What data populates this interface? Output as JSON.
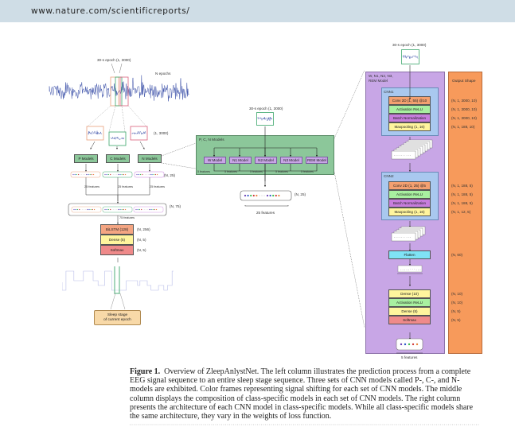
{
  "header": {
    "url": "www.nature.com/scientificreports/"
  },
  "figure": {
    "left": {
      "epoch_label": "30-s epoch (1, 3000)",
      "n_epochs_label": "N epochs",
      "shape_1_3000": "(1, 3000)",
      "models": [
        "P Models",
        "C Models",
        "N Models"
      ],
      "shape_n25": "(N, 25)",
      "features_25": "25 features",
      "shape_n75": "(N, 75)",
      "features_75": "75 features",
      "layers": [
        {
          "label": "BiLSTM (128)",
          "shape": "(N, 256)",
          "color": "#f4a582"
        },
        {
          "label": "Dense (5)",
          "shape": "(N, 5)",
          "color": "#fff59d"
        },
        {
          "label": "Softmax",
          "shape": "(N, 5)",
          "color": "#ef8a8a"
        }
      ],
      "result_label_line1": "Sleep stage",
      "result_label_line2": "of current epoch"
    },
    "middle": {
      "epoch_label": "30-s epoch (1, 3000)",
      "group_label": "P, C, N Models",
      "class_models": [
        "W Model",
        "N1 Model",
        "N2 Model",
        "N3 Model",
        "REM Model"
      ],
      "features_5": "5 features",
      "shape_n25": "(N, 25)",
      "features_25": "25 features"
    },
    "right": {
      "epoch_label": "30-s epoch (1, 3000)",
      "group_label_line1": "W, N1, N2, N3,",
      "group_label_line2": "REM Model",
      "output_shape_title": "Output Shape",
      "cnn1": {
        "title": "CNN1",
        "layers": [
          {
            "label": "Conv 2D (1, 55) @10",
            "shape": "(N, 1, 3000, 10)",
            "color": "#f4a070"
          },
          {
            "label": "Activation ReLU",
            "shape": "(N, 1, 3000, 10)",
            "color": "#a8f0a0"
          },
          {
            "label": "Batch Normalization",
            "shape": "(N, 1, 3000, 10)",
            "color": "#c77ddd"
          },
          {
            "label": "Maxpooling (1, 16)",
            "shape": "(N, 1, 188, 10)",
            "color": "#fff59d"
          }
        ]
      },
      "cnn2": {
        "title": "CNN2",
        "layers": [
          {
            "label": "Conv 2D (1, 25) @5",
            "shape": "(N, 1, 188, 5)",
            "color": "#f4a070"
          },
          {
            "label": "Activation ReLU",
            "shape": "(N, 1, 188, 5)",
            "color": "#a8f0a0"
          },
          {
            "label": "Batch Normalization",
            "shape": "(N, 1, 188, 5)",
            "color": "#c77ddd"
          },
          {
            "label": "Maxpooling (1, 16)",
            "shape": "(N, 1, 12, 5)",
            "color": "#fff59d"
          }
        ]
      },
      "flatten": {
        "label": "Flatten",
        "shape": "(N, 60)",
        "color": "#7fe3f5"
      },
      "dense_layers": [
        {
          "label": "Dense (10)",
          "shape": "(N, 10)",
          "color": "#fff59d"
        },
        {
          "label": "Activation ReLU",
          "shape": "(N, 10)",
          "color": "#a8f0a0"
        },
        {
          "label": "Dense (5)",
          "shape": "(N, 5)",
          "color": "#fff59d"
        },
        {
          "label": "Softmax",
          "shape": "(N, 5)",
          "color": "#ef8a8a"
        }
      ],
      "features_5": "5 features"
    }
  },
  "caption": {
    "label": "Figure 1.",
    "text": "Overview of ZleepAnlystNet. The left column illustrates the prediction process from a complete EEG signal sequence to an entire sleep stage sequence. Three sets of CNN models called P-, C-, and N-models are exhibited. Color frames representing signal shifting for each set of CNN models. The middle column displays the composition of class-specific models in each set of CNN models. The right column presents the architecture of each CNN model in class-specific models. While all class-specific models share the same architecture, they vary in the weights of loss function."
  },
  "colors": {
    "eeg": "#3a4fa8",
    "model_green": "#8cc79a",
    "group_green": "#8cc79a",
    "purple_panel": "#c8a6e6",
    "orange_panel": "#f79a5b",
    "cnn_blue": "#a9c8ef",
    "p_frame": "#e8a07a",
    "c_frame": "#3aa66a",
    "n_frame": "#d9607a",
    "result_box": "#f8d9a8"
  }
}
